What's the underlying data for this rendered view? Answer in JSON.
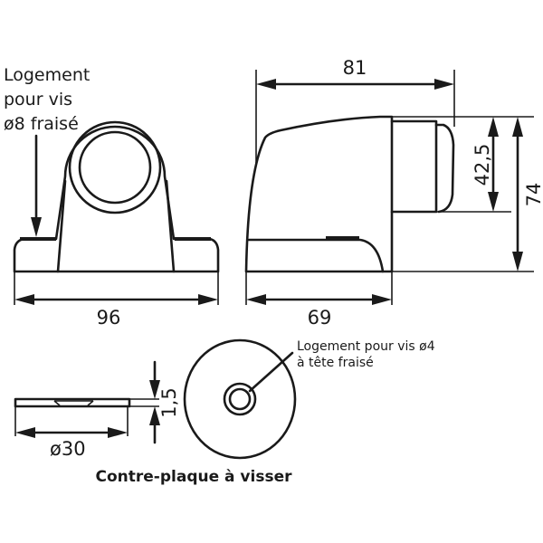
{
  "front_view": {
    "label_lines": [
      "Logement",
      "pour vis",
      "ø8 fraisé"
    ],
    "width_dim": "96"
  },
  "side_view": {
    "depth_dim": "81",
    "base_dim": "69",
    "buffer_height_dim": "42,5",
    "height_dim": "74"
  },
  "counter_plate": {
    "diameter_dim": "ø30",
    "thickness_dim": "1,5",
    "hole_label_lines": [
      "Logement pour vis ø4",
      "à tête fraisé"
    ],
    "title": "Contre-plaque à visser"
  }
}
